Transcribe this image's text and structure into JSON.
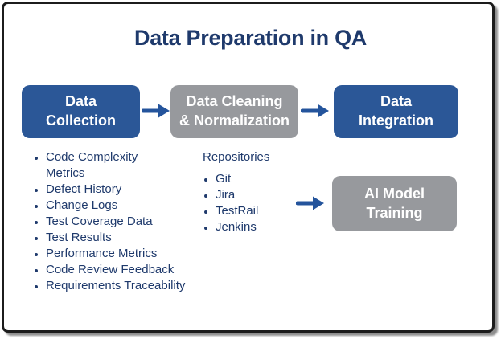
{
  "title": "Data Preparation in QA",
  "colors": {
    "box_blue": "#2B5797",
    "box_gray": "#97999D",
    "navy_text": "#1F3A6C",
    "arrow_blue": "#24549C",
    "frame_border": "#1C1C1C",
    "frame_shadow": "#8E8E8E"
  },
  "pipeline": {
    "collection": {
      "label": "Data\nCollection"
    },
    "cleaning": {
      "label": "Data Cleaning\n& Normalization"
    },
    "integration": {
      "label": "Data\nIntegration"
    },
    "training": {
      "label": "AI Model\nTraining"
    }
  },
  "icons": {
    "flow_arrow": "arrow-right"
  },
  "collection_details": {
    "items": [
      "Code Complexity\nMetrics",
      "Defect History",
      "Change Logs",
      "Test Coverage Data",
      "Test Results",
      "Performance Metrics",
      "Code Review Feedback",
      "Requirements Traceability"
    ]
  },
  "cleaning_details": {
    "heading": "Repositories",
    "items": [
      "Git",
      "Jira",
      "TestRail",
      "Jenkins"
    ]
  }
}
